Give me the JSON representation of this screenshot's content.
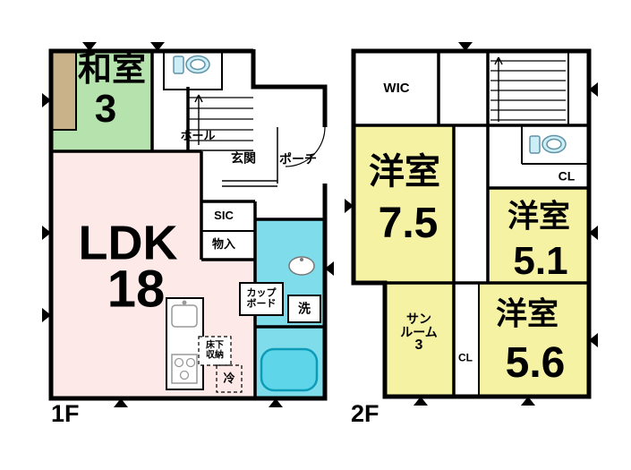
{
  "floors": {
    "f1": {
      "label": "1F",
      "rooms": {
        "washitsu": {
          "name": "和室",
          "size": "3"
        },
        "hall": {
          "name": "ホール"
        },
        "genkan": {
          "name": "玄関"
        },
        "porch": {
          "name": "ポーチ"
        },
        "ldk": {
          "name": "LDK",
          "size": "18"
        },
        "sic": {
          "name": "SIC"
        },
        "monoire": {
          "name": "物入"
        },
        "cupboard": {
          "line1": "カップ",
          "line2": "ボード"
        },
        "underfloor": {
          "line1": "床下",
          "line2": "収納"
        },
        "fridge": {
          "name": "冷"
        },
        "laundry": {
          "name": "洗"
        }
      }
    },
    "f2": {
      "label": "2F",
      "rooms": {
        "wic": {
          "name": "WIC"
        },
        "west_room_75": {
          "name": "洋室",
          "size": "7.5"
        },
        "closet_top": {
          "name": "CL"
        },
        "west_room_51": {
          "name": "洋室",
          "size": "5.1"
        },
        "west_room_56": {
          "name": "洋室",
          "size": "5.6"
        },
        "sunroom": {
          "line1": "サン",
          "line2": "ルーム",
          "size": "3"
        },
        "closet_bottom": {
          "name": "CL"
        }
      }
    }
  },
  "colors": {
    "tatami_green": "#b5e2ad",
    "tatami_edge_tan": "#c9b189",
    "ldk_pink": "#fce9e8",
    "bath_cyan": "#7edceb",
    "room_yellow": "#f6f2a4",
    "wall": "#000000",
    "fixture_cyan": "#cdeef6"
  },
  "icons": {
    "toilet": "toilet-icon",
    "bathtub": "bathtub-icon",
    "washbasin": "washbasin-icon",
    "kitchen": "kitchen-counter-icon",
    "stairs": "stairs-icon",
    "window": "window-symbol"
  }
}
